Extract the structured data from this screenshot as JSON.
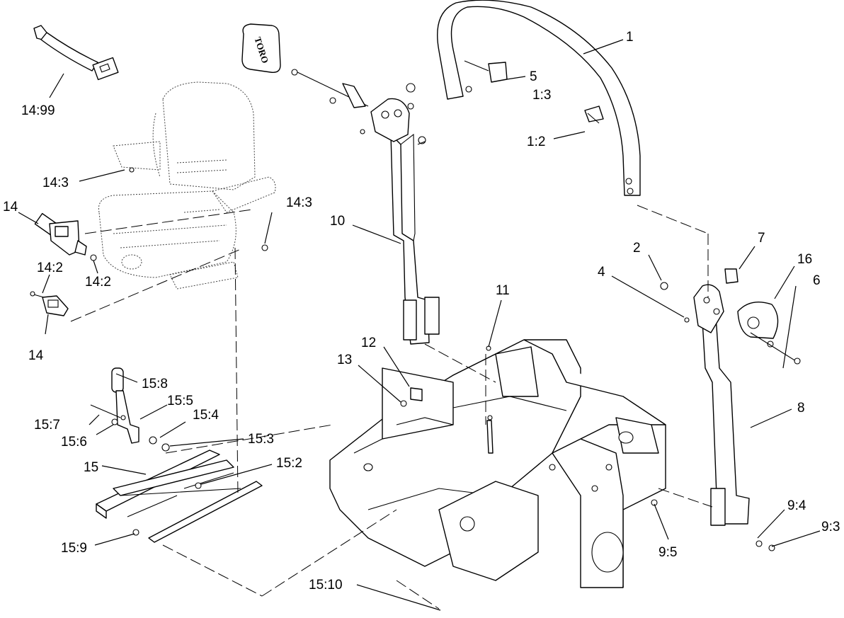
{
  "logo_text": "TORO",
  "callouts": [
    {
      "id": "c-14-99",
      "text": "14:99"
    },
    {
      "id": "c-14-3a",
      "text": "14:3"
    },
    {
      "id": "c-14-3b",
      "text": "14:3"
    },
    {
      "id": "c-14a",
      "text": "14"
    },
    {
      "id": "c-14-2a",
      "text": "14:2"
    },
    {
      "id": "c-14-2b",
      "text": "14:2"
    },
    {
      "id": "c-14b",
      "text": "14"
    },
    {
      "id": "c-10",
      "text": "10"
    },
    {
      "id": "c-1",
      "text": "1"
    },
    {
      "id": "c-5",
      "text": "5"
    },
    {
      "id": "c-1-3",
      "text": "1:3"
    },
    {
      "id": "c-1-2",
      "text": "1:2"
    },
    {
      "id": "c-2",
      "text": "2"
    },
    {
      "id": "c-7",
      "text": "7"
    },
    {
      "id": "c-4",
      "text": "4"
    },
    {
      "id": "c-16",
      "text": "16"
    },
    {
      "id": "c-6",
      "text": "6"
    },
    {
      "id": "c-11",
      "text": "11"
    },
    {
      "id": "c-12",
      "text": "12"
    },
    {
      "id": "c-13",
      "text": "13"
    },
    {
      "id": "c-8",
      "text": "8"
    },
    {
      "id": "c-15-8",
      "text": "15:8"
    },
    {
      "id": "c-15-5",
      "text": "15:5"
    },
    {
      "id": "c-15-7",
      "text": "15:7"
    },
    {
      "id": "c-15-4",
      "text": "15:4"
    },
    {
      "id": "c-15-6",
      "text": "15:6"
    },
    {
      "id": "c-15-3",
      "text": "15:3"
    },
    {
      "id": "c-15",
      "text": "15"
    },
    {
      "id": "c-15-2",
      "text": "15:2"
    },
    {
      "id": "c-15-9",
      "text": "15:9"
    },
    {
      "id": "c-9-4",
      "text": "9:4"
    },
    {
      "id": "c-9-3",
      "text": "9:3"
    },
    {
      "id": "c-9-5",
      "text": "9:5"
    },
    {
      "id": "c-15-10",
      "text": "15:10"
    }
  ]
}
